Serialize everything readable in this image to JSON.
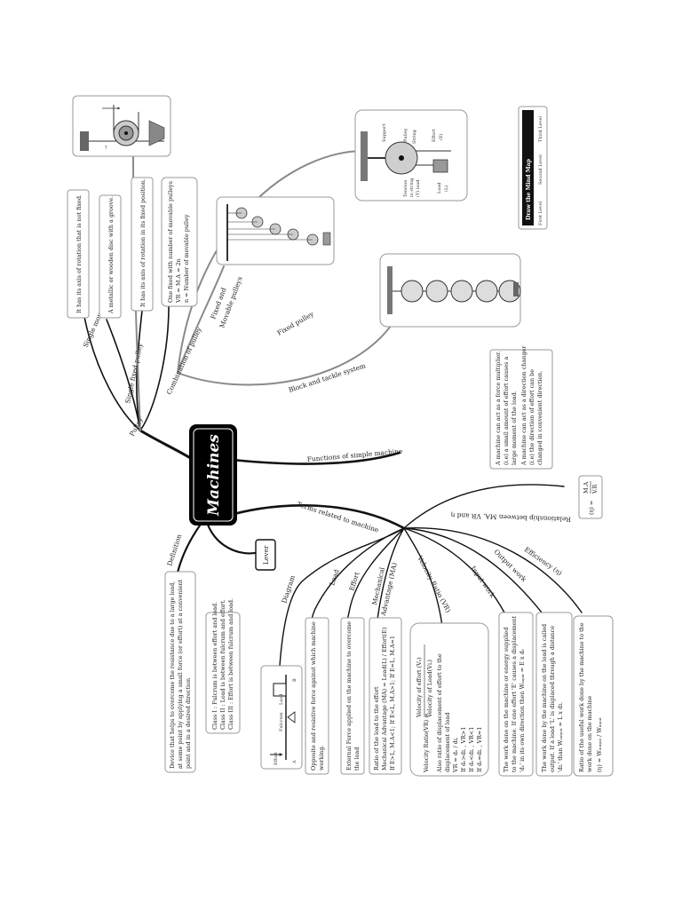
{
  "center": {
    "title": "Machines"
  },
  "branches": {
    "pulley": "Pulley",
    "single_movable": "Single movable pulley",
    "single_fixed": "Single fixed pulley",
    "combination": "Combination of pulley",
    "fixed_movable_1": "Fixed and",
    "fixed_movable_2": "Movable pulleys",
    "fixed_pulley": "Fixed pulley",
    "block_tackle": "Block and tackle system",
    "functions": "Functions of simple machine",
    "relationship": "Relationship between MA, VR and η",
    "terms": "Terms related to machine",
    "definition": "Definition",
    "lever": "Lever",
    "diagram": "Diagram",
    "load": "Load",
    "effort": "Effort",
    "ma_1": "Mechanical",
    "ma_2": "Advantage (MA)",
    "vr": "Velocity Ratio (VR)",
    "input_work": "Input work",
    "output_work": "Output work",
    "efficiency": "Efficiency (η)"
  },
  "pulley_boxes": {
    "movable": "It has its axis of rotation that is not fixed.",
    "disc": "A metallic or wooden disc with a groove.",
    "fixed": "It has its axis of rotation in its fixed position.",
    "combo_1": "One fixed with number of movable  pulleys",
    "combo_2": "VR = M.A = 2n",
    "combo_3": "n = Number of movable pulley"
  },
  "functions_box": [
    "A machine can act as a force multiplier.",
    "(i.e) a small amount of effort causes a",
    "large moment of the load.",
    "A machine can act as a direction changer",
    "(i.e) the direction of effort can be",
    "changed in convenient direction."
  ],
  "relationship_formula": {
    "lhs": "(η) = ",
    "num": "M.A",
    "den": "V.R"
  },
  "definition_box": [
    "Device that helps to overcome the resistance due to a large load,",
    "at some point by applying a small force (or effort) at a convenient",
    "point and in a desired direction"
  ],
  "lever_classes": [
    "Class I : Fulcrum is between effort and load.",
    "Class II : Load is between fulcrum and effort.",
    "Class III : Effort is between fulcrum and load."
  ],
  "lever_diagram": {
    "effort": "Effort",
    "load": "Load",
    "fulcrum": "Fulcrum",
    "a": "A",
    "b": "B"
  },
  "load_box": [
    "Opposite and resistive force against which machine",
    "working."
  ],
  "effort_box": [
    "External Force applied on the machine to overcome",
    "the load"
  ],
  "ma_box": [
    "Ratio of the load to the effort",
    "Mechanical Advantage (MA) = Load(L) / Effort(E)",
    "If E>L, M.A<1; If E<L, M.A>1; If E=L, M.A=1"
  ],
  "vr_box": {
    "formula_lhs": "Velocity Ratio(VR) = ",
    "formula_num": "Velocity of effort (Vₑ)",
    "formula_den": "Velocity of Load(Vʟ)",
    "lines": [
      "Also ratio of displacement of effort to the",
      "displacement of load",
      "VR = dₑ / dʟ",
      "If  dₑ>dʟ , VR>1",
      "If  dₑ<dʟ , VR<1",
      "If  dₑ=dʟ , VR=1"
    ]
  },
  "input_box": [
    "The work done on the machine or energy supplied",
    "to the machine. If one effort 'E' causes a displacement",
    "'dₑ' in its own direction then Wᵢₙₚᵤₜ = E x dₑ"
  ],
  "output_box": [
    "The work done by the machine on the load is called",
    "output. If a load 'L' is displaced through a distance",
    "'dʟ' than Wₒᵤₜₚᵤₜ = L x dʟ"
  ],
  "efficiency_box": [
    "Ratio of the useful work done by the machine to the",
    "work done on the machine",
    "(η) = Wₒᵤₜₚᵤₜ / Wᵢₙₚᵤₜ"
  ],
  "pulley_figure": {
    "support": "Support",
    "pulley": "Pulley",
    "string": "String",
    "effort": "Effort",
    "e": "(E)",
    "tension1": "Tension",
    "tension2": "in string",
    "tension3": "(T) load",
    "load": "Load",
    "l": "(L)",
    "t": "T"
  },
  "mindmap_key": {
    "title": "Draw the Mind Map",
    "levels": [
      "First Level",
      "Second Level",
      "Third Level"
    ]
  }
}
